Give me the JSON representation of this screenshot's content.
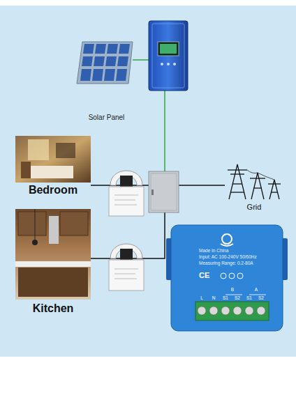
{
  "diagram": {
    "nodes": [
      {
        "text": [
          "Solar Panel"
        ]
      },
      {
        "text": [
          "Bedroom"
        ]
      },
      {
        "text": [
          "Grid"
        ]
      },
      {
        "text": [
          "Kitchen"
        ]
      },
      {
        "text": [
          "Made In China",
          "Input: AC 100-240V 50/60Hz",
          "Measuring Range: 0.2-80A",
          "CE",
          "B",
          "A",
          "L",
          "N",
          "S1",
          "S2",
          "S1",
          "S2"
        ]
      }
    ]
  }
}
